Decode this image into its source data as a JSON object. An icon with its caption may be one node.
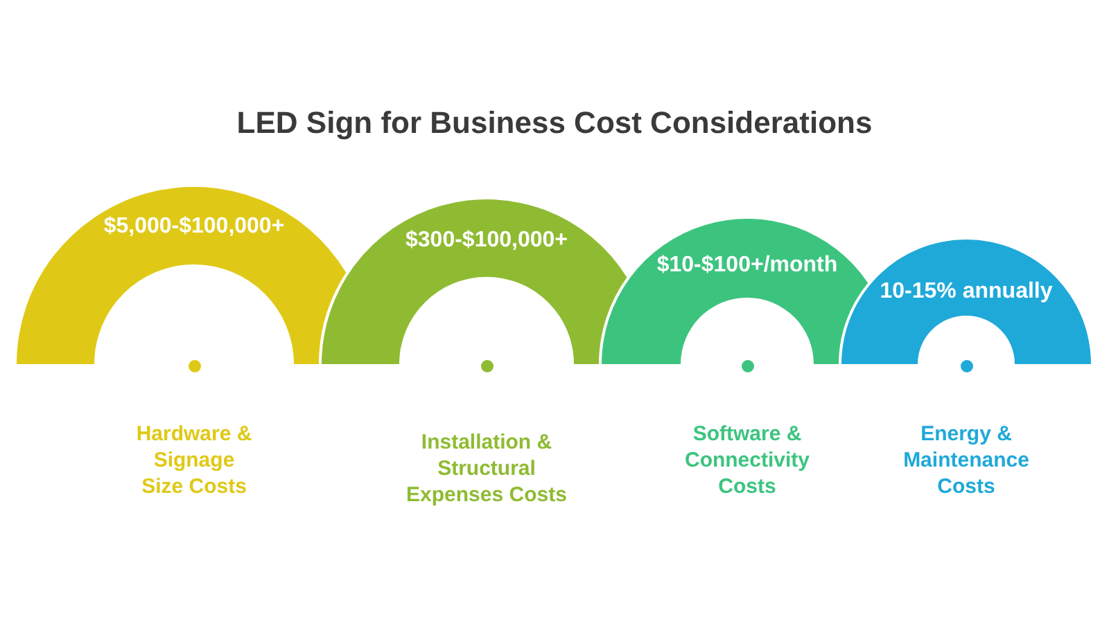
{
  "diagram": {
    "title": "LED Sign for Business Cost Considerations",
    "nodes": [
      {
        "text": [
          "$5,000-$100,000+"
        ],
        "beside": [
          "Hardware & Signage Size Costs"
        ]
      },
      {
        "text": [
          "$300-$100,000+"
        ],
        "beside": [
          "Installation & Structural Expenses Costs"
        ]
      },
      {
        "text": [
          "$10-$100+/month"
        ],
        "beside": [
          "Software & Connectivity Costs"
        ]
      },
      {
        "text": [
          "10-15% annually"
        ],
        "beside": [
          "Energy & Maintenance Costs"
        ]
      }
    ]
  }
}
